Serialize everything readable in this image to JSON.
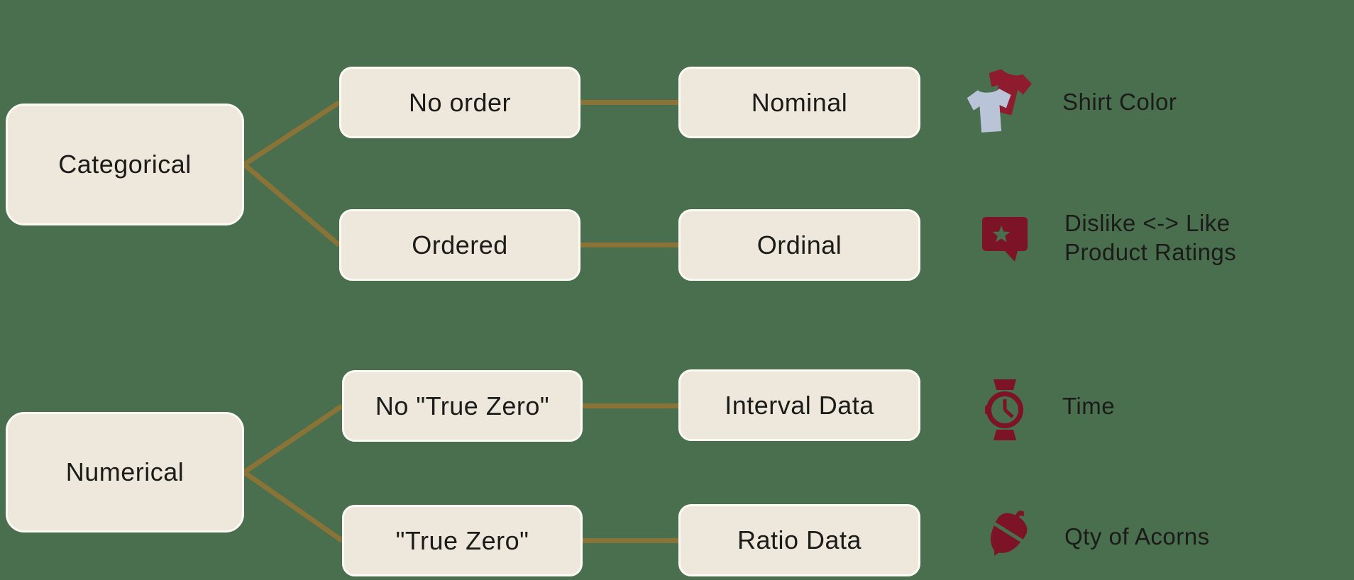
{
  "colors": {
    "background": "#4a6f4e",
    "box_fill": "#ede8db",
    "box_border": "#fcfaf4",
    "connector": "#8a7337",
    "icon_maroon": "#7d1327",
    "shirt_back_maroon": "#8e1b2e",
    "shirt_front_blue": "#b9c4d8",
    "text": "#1b1b19"
  },
  "tree": {
    "categorical": {
      "root": "Categorical",
      "no_order": "No order",
      "nominal": "Nominal",
      "ordered": "Ordered",
      "ordinal": "Ordinal"
    },
    "numerical": {
      "root": "Numerical",
      "no_true_zero": "No \"True Zero\"",
      "interval": "Interval Data",
      "true_zero": "\"True Zero\"",
      "ratio": "Ratio Data"
    }
  },
  "examples": {
    "nominal_example": {
      "label": "Shirt Color",
      "icon": "tshirts-icon"
    },
    "ordinal_example": {
      "line1": "Dislike <-> Like",
      "line2": "Product Ratings",
      "icon": "rating-speech-bubble-icon"
    },
    "interval_example": {
      "label": "Time",
      "icon": "wristwatch-icon"
    },
    "ratio_example": {
      "label": "Qty of Acorns",
      "icon": "acorn-icon"
    }
  }
}
